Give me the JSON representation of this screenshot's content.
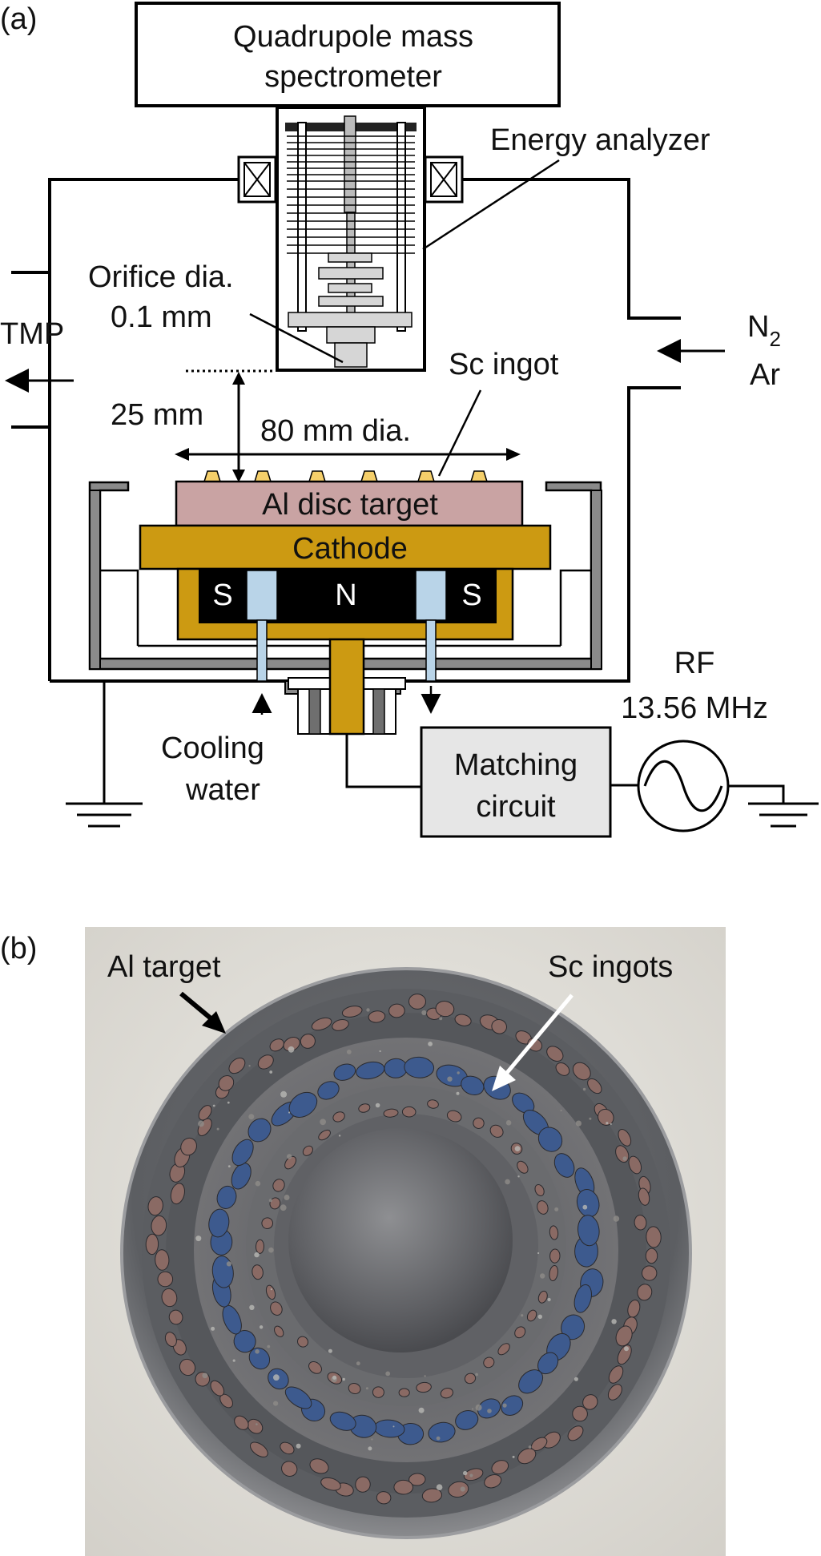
{
  "panel_a": {
    "panel_label": "(a)",
    "qms_label_1": "Quadrupole mass",
    "qms_label_2": "spectrometer",
    "energy_analyzer": "Energy analyzer",
    "orifice_1": "Orifice dia.",
    "orifice_2": "0.1 mm",
    "tmp": "TMP",
    "gas_n": "N",
    "gas_n_sub": "2",
    "gas_ar": "Ar",
    "sc_ingot": "Sc ingot",
    "distance": "25 mm",
    "diameter": "80 mm dia.",
    "target": "Al disc target",
    "cathode": "Cathode",
    "magnet_s_left": "S",
    "magnet_n": "N",
    "magnet_s_right": "S",
    "cooling_1": "Cooling",
    "cooling_2": "water",
    "rf_1": "RF",
    "rf_2": "13.56 MHz",
    "matching_1": "Matching",
    "matching_2": "circuit",
    "colors": {
      "target": "#c9a3a3",
      "cathode": "#cc9a12",
      "ingot": "#f5cf6a",
      "cooling": "#b9d4e8",
      "shield": "#7f7f7f",
      "matching_box": "#e6e6e6"
    }
  },
  "panel_b": {
    "panel_label": "(b)",
    "al_target": "Al target",
    "sc_ingots": "Sc ingots",
    "photo_colors": {
      "background": "#e3e1dc",
      "disc": "#6f7073",
      "surface": "#55575b",
      "inner_ring": "#4d4f54",
      "dome": "#7b7c7f",
      "blue_ingot": "#3d5a8e",
      "copper_ingot": "#8a6a64"
    }
  }
}
